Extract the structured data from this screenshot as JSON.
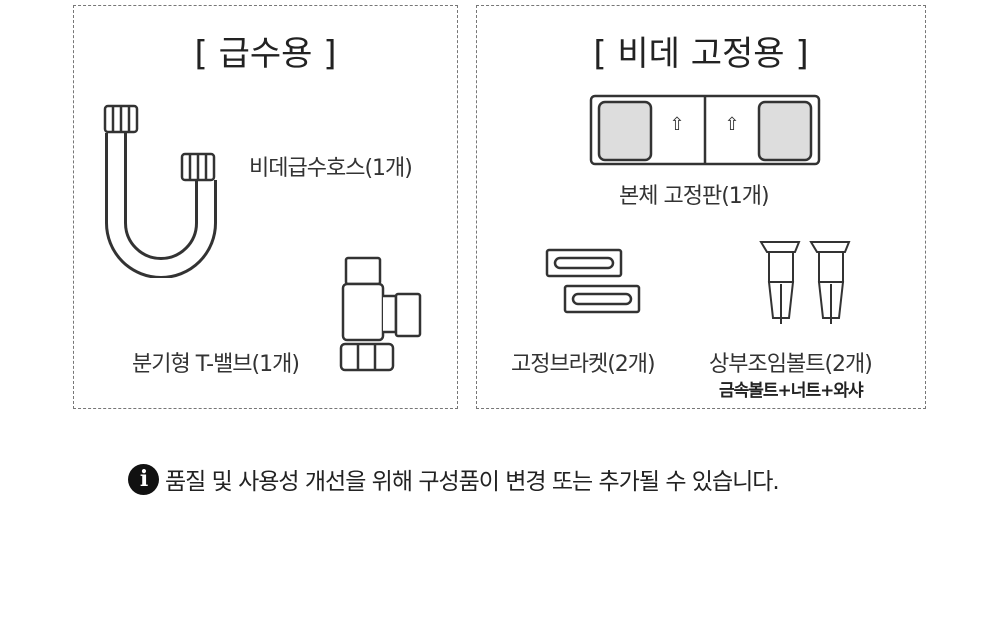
{
  "water_supply": {
    "title": "[ 급수용 ]",
    "items": [
      "비데급수호스(1개)",
      "분기형 T-밸브(1개)"
    ]
  },
  "bidet_fixing": {
    "title": "[ 비데 고정용 ]",
    "items": [
      "본체 고정판(1개)",
      "고정브라켓(2개)",
      "상부조임볼트(2개)"
    ],
    "bolt_note": "금속볼트+너트+와샤"
  },
  "notice": {
    "icon": "info-icon",
    "text": "품질 및 사용성 개선을 위해 구성품이 변경 또는 추가될 수 있습니다."
  }
}
